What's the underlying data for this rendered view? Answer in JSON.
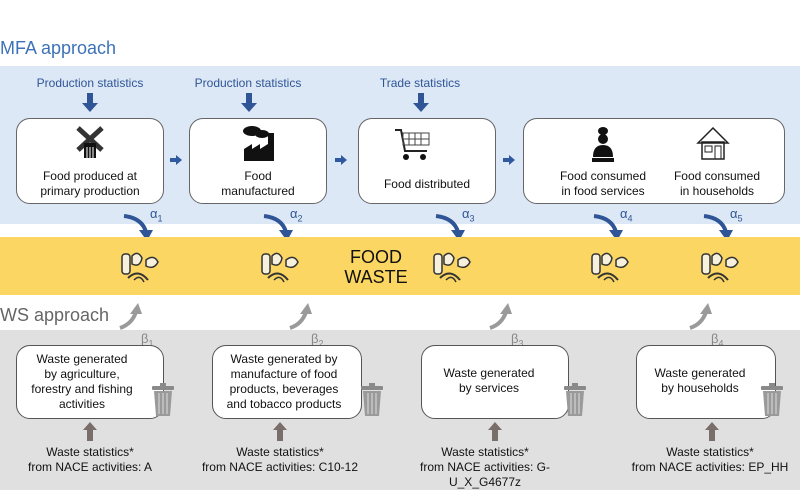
{
  "mfa": {
    "title": "MFA approach",
    "sources": [
      "Production statistics",
      "Production statistics",
      "Trade statistics"
    ],
    "stages": [
      {
        "icon": "windmill-icon",
        "label_line1": "Food produced at",
        "label_line2": "primary production"
      },
      {
        "icon": "factory-icon",
        "label_line1": "Food",
        "label_line2": "manufactured"
      },
      {
        "icon": "shopping-cart-icon",
        "label_line1": "Food distributed",
        "label_line2": ""
      },
      {
        "icon": "chef-icon",
        "label_line1": "Food consumed",
        "label_line2": "in food services"
      },
      {
        "icon": "house-icon",
        "label_line1": "Food consumed",
        "label_line2": "in households"
      }
    ],
    "alphas": [
      "α1",
      "α2",
      "α3",
      "α4",
      "α5"
    ],
    "alpha_symbols": [
      "α",
      "α",
      "α",
      "α",
      "α"
    ],
    "alpha_subs": [
      "1",
      "2",
      "3",
      "4",
      "5"
    ]
  },
  "food_waste": {
    "line1": "FOOD",
    "line2": "WASTE"
  },
  "ws": {
    "title": "WS approach",
    "beta_symbols": [
      "β",
      "β",
      "β",
      "β"
    ],
    "beta_subs": [
      "1",
      "2",
      "3",
      "4"
    ],
    "boxes": [
      {
        "lines": [
          "Waste generated",
          "by agriculture,",
          "forestry and fishing",
          "activities"
        ]
      },
      {
        "lines": [
          "Waste generated by",
          "manufacture of food",
          "products, beverages",
          "and tobacco products"
        ]
      },
      {
        "lines": [
          "Waste generated",
          "by services"
        ]
      },
      {
        "lines": [
          "Waste generated",
          "by households"
        ]
      }
    ],
    "stats": [
      {
        "line1": "Waste statistics*",
        "line2": "from NACE activities: A"
      },
      {
        "line1": "Waste statistics*",
        "line2": "from NACE activities: C10-12"
      },
      {
        "line1": "Waste statistics*",
        "line2": "from NACE activities: G-U_X_G4677z"
      },
      {
        "line1": "Waste statistics*",
        "line2": "from NACE activities: EP_HH"
      }
    ]
  },
  "colors": {
    "mfa_blue": "#3d72b8",
    "arrow_blue": "#2f5597",
    "mfa_band": "#dce8f5",
    "waste_yellow": "#fbd663",
    "ws_grey": "#e0e0e0"
  }
}
